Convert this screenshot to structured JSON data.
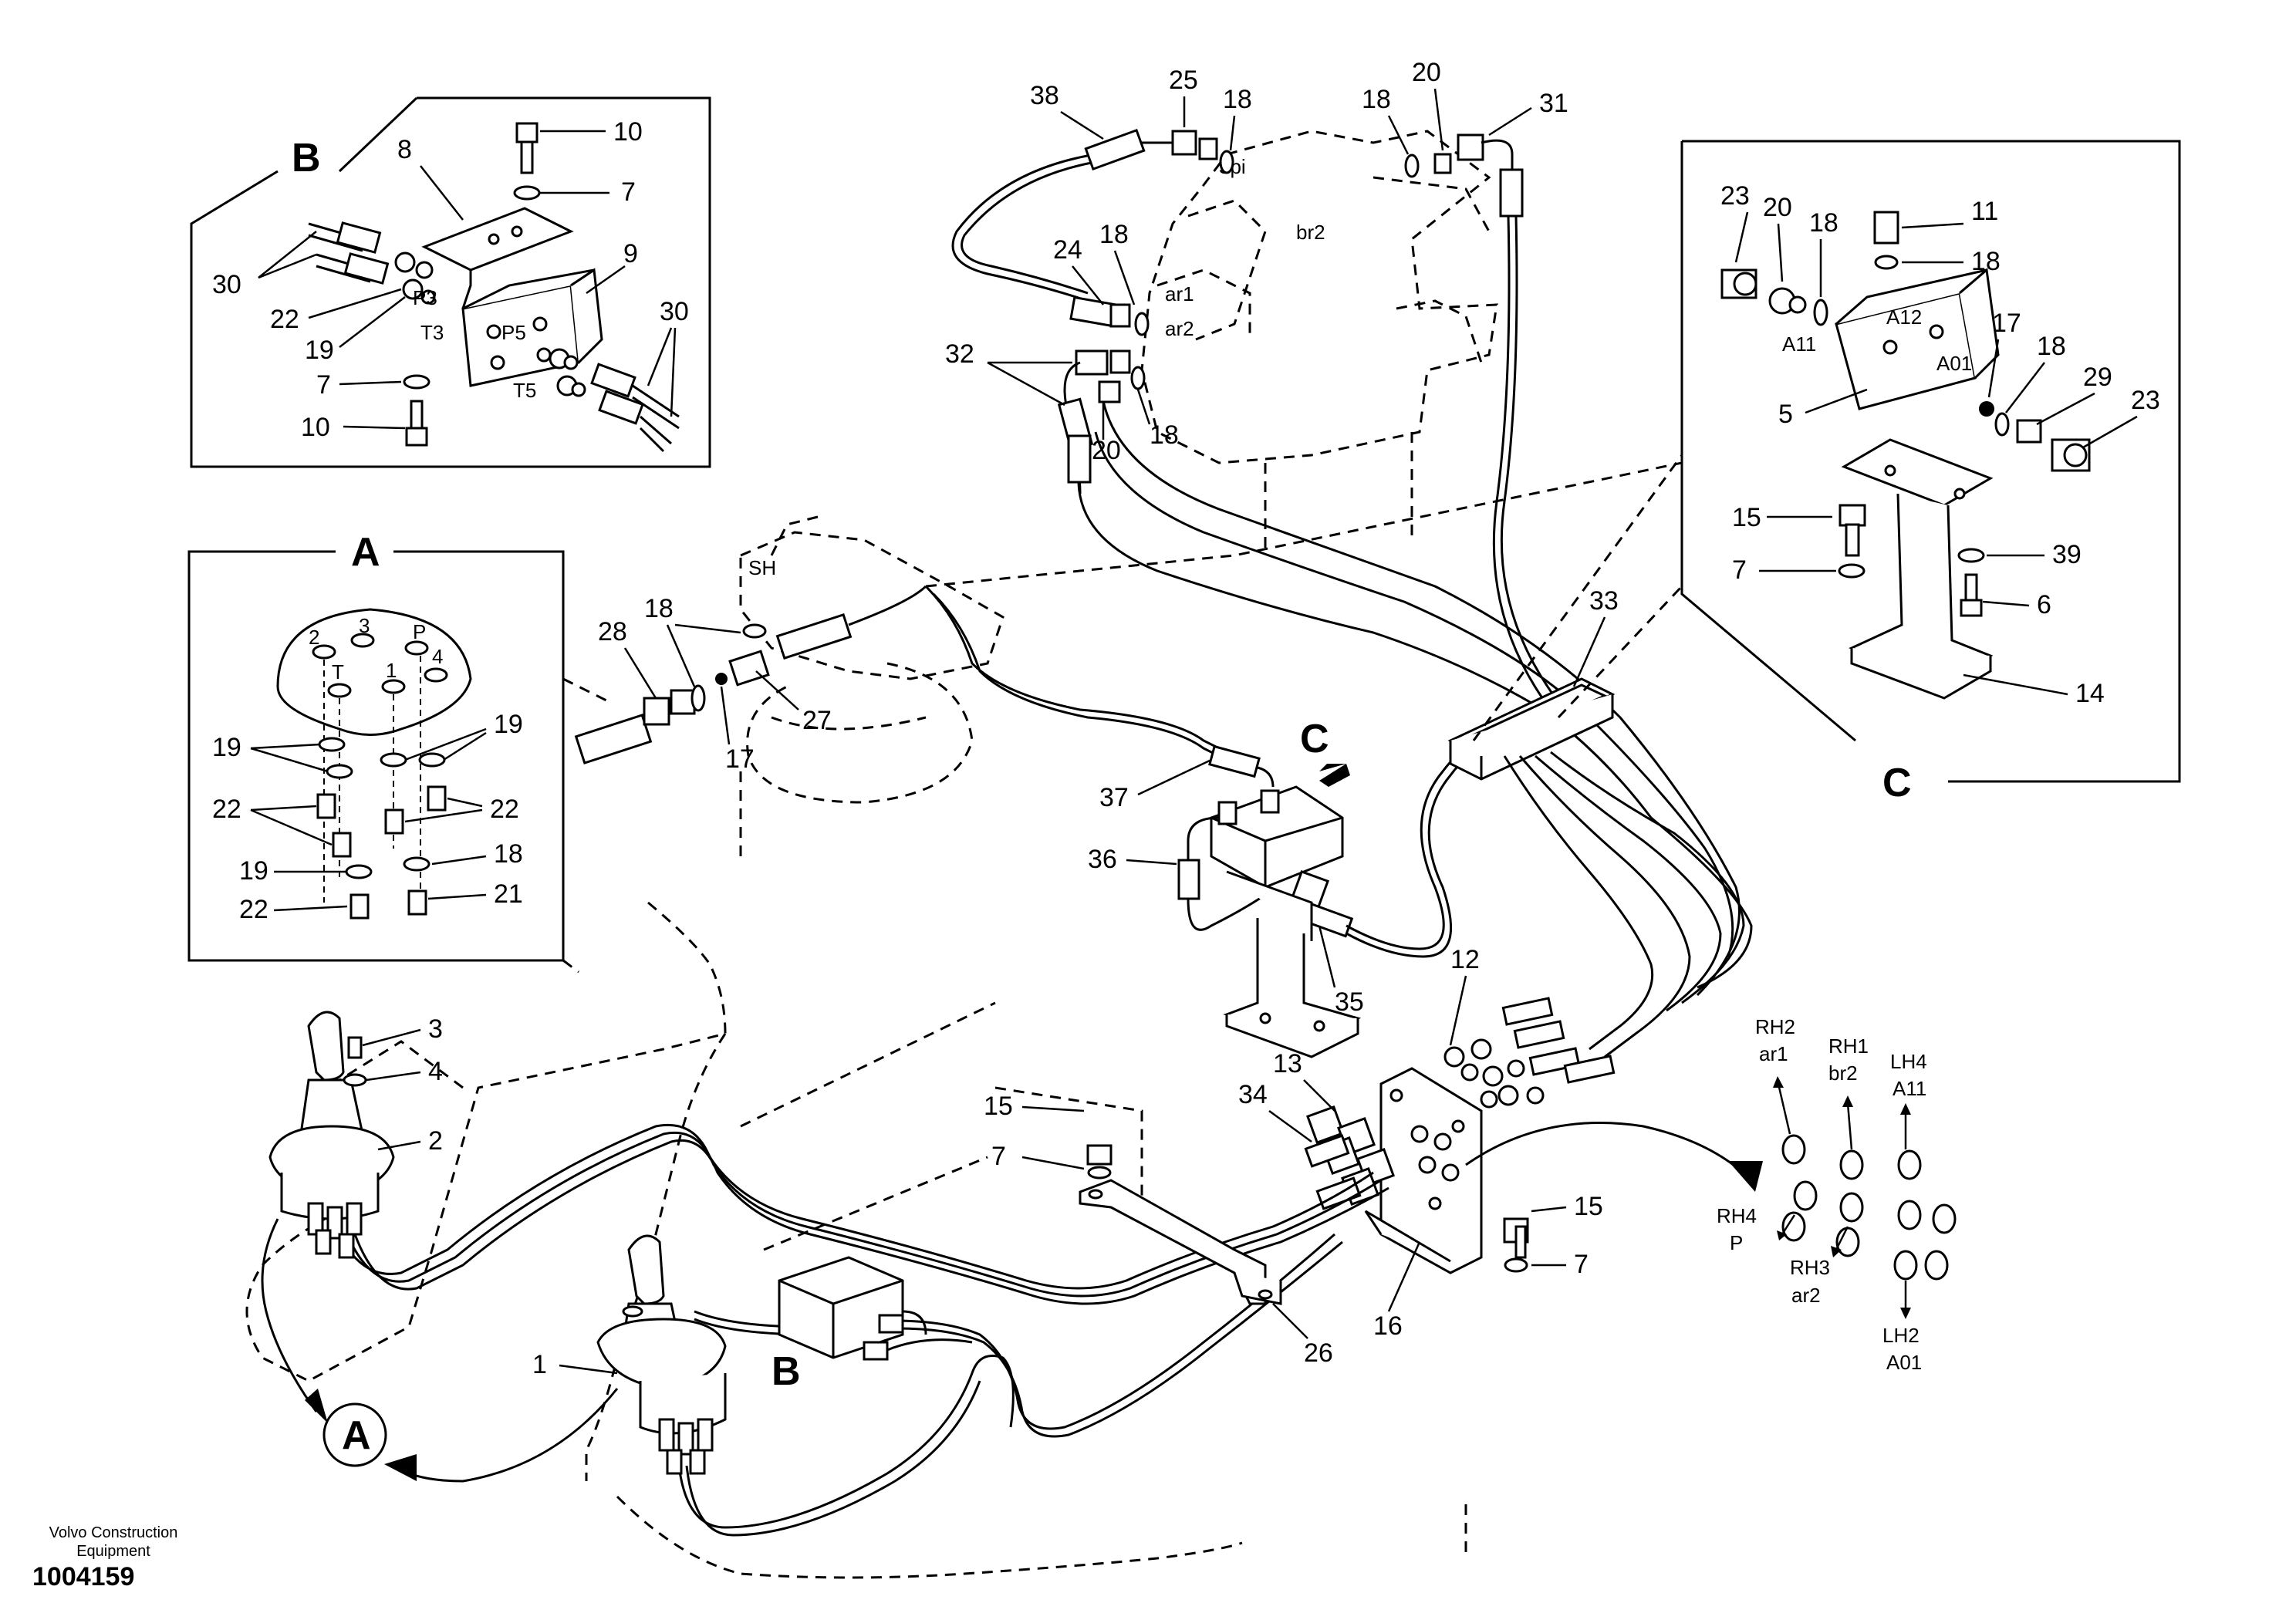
{
  "footer": {
    "company_line1": "Volvo Construction",
    "company_line2": "Equipment",
    "drawing_number": "1004159"
  },
  "details": {
    "B": {
      "title": "B",
      "ports": [
        "P3",
        "T3",
        "P5",
        "T5"
      ],
      "callouts": [
        "8",
        "10",
        "7",
        "9",
        "30",
        "22",
        "19",
        "7",
        "10",
        "30"
      ]
    },
    "A": {
      "title": "A",
      "ports": [
        "2",
        "3",
        "P",
        "T",
        "1",
        "4"
      ],
      "callouts": [
        "19",
        "19",
        "22",
        "22",
        "19",
        "18",
        "22",
        "21"
      ]
    },
    "C": {
      "title": "C",
      "ports": [
        "A12",
        "A11",
        "A01"
      ],
      "callouts": [
        "23",
        "20",
        "18",
        "11",
        "18",
        "17",
        "18",
        "29",
        "23",
        "5",
        "15",
        "7",
        "39",
        "6",
        "14"
      ]
    }
  },
  "main_callouts": [
    "38",
    "25",
    "18",
    "18",
    "20",
    "31",
    "24",
    "18",
    "32",
    "20",
    "18",
    "18",
    "28",
    "17",
    "27",
    "33",
    "37",
    "36",
    "35",
    "12",
    "13",
    "34",
    "15",
    "7",
    "3",
    "4",
    "2",
    "1",
    "15",
    "7",
    "26",
    "16"
  ],
  "valve_labels": [
    "3pi",
    "br2",
    "ar1",
    "ar2",
    "SH"
  ],
  "view_markers": [
    "C",
    "A",
    "B"
  ],
  "port_map": {
    "RH2_top": "RH2",
    "RH2_bot": "ar1",
    "RH1_top": "RH1",
    "RH1_bot": "br2",
    "LH4_top": "LH4",
    "LH4_bot": "A11",
    "RH4_top": "RH4",
    "RH4_bot": "P",
    "RH3_top": "RH3",
    "RH3_bot": "ar2",
    "LH2_top": "LH2",
    "LH2_bot": "A01"
  }
}
